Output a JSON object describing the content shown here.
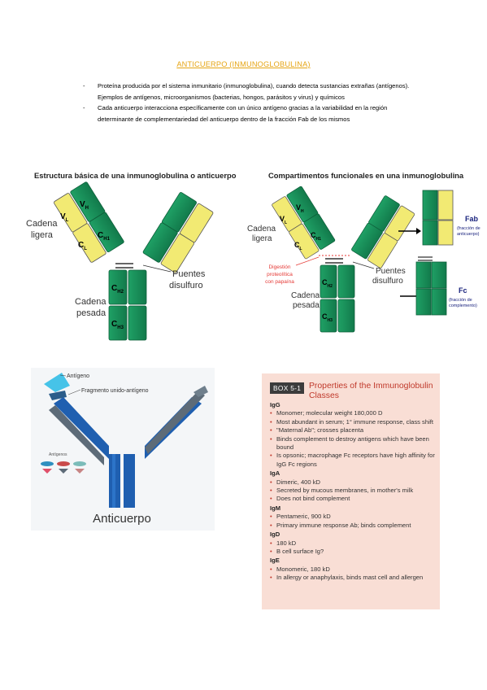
{
  "doc": {
    "title": "ANTICUERPO (INMUNOGLOBULINA)",
    "bullets": [
      {
        "dash": "-",
        "text": "Proteína producida por el sistema inmunitario (inmunoglobulina), cuando detecta sustancias extrañas (antígenos). Ejemplos de antígenos, microorganismos (bacterias, hongos, parásitos y virus) y químicos"
      },
      {
        "dash": "-",
        "text": "Cada anticuerpo interacciona específicamente con un único antígeno gracias a la variabilidad en la región determinante de complementariedad del anticuerpo dentro de la fracción Fab de los mismos"
      }
    ]
  },
  "figure1": {
    "title": "Estructura básica de una inmunoglobulina o anticuerpo",
    "vl": "V",
    "vl_sub": "L",
    "vh": "V",
    "vh_sub": "H",
    "cl": "C",
    "cl_sub": "L",
    "ch1": "C",
    "ch1_sub": "H1",
    "ch2": "C",
    "ch2_sub": "H2",
    "ch3": "C",
    "ch3_sub": "H3",
    "light_chain_1": "Cadena",
    "light_chain_2": "ligera",
    "heavy_chain_1": "Cadena",
    "heavy_chain_2": "pesada",
    "disulfide_1": "Puentes",
    "disulfide_2": "disulfuro"
  },
  "figure2": {
    "title": "Compartimentos funcionales en una inmunoglobulina",
    "light_chain_1": "Cadena",
    "light_chain_2": "ligera",
    "heavy_chain_1": "Cadena",
    "heavy_chain_2": "pesada",
    "disulfide_1": "Puentes",
    "disulfide_2": "disulfuro",
    "digestion_1": "Digestión",
    "digestion_2": "proteolítica",
    "digestion_3": "con papaína",
    "fab_label": "Fab",
    "fab_note_1": "(fracción de",
    "fab_note_2": "anticuerpo)",
    "fc_label": "Fc",
    "fc_note_1": "(fracción de",
    "fc_note_2": "complemento)"
  },
  "figure3": {
    "antigen_label": "Antígeno",
    "fragment_label": "Fragmento unido-antígeno",
    "antigens_label": "Antígenos",
    "antibody_label": "Anticuerpo"
  },
  "box": {
    "tag": "BOX 5-1",
    "title": "Properties of the Immunoglobulin Classes",
    "classes": [
      {
        "name": "IgG",
        "items": [
          "Monomer; molecular weight 180,000 D",
          "Most abundant in serum; 1° immune response, class shift",
          "\"Maternal Ab\"; crosses placenta",
          "Binds complement to destroy antigens which have been bound",
          "Is opsonic; macrophage Fc receptors have high affinity for IgG Fc regions"
        ]
      },
      {
        "name": "IgA",
        "items": [
          "Dimeric, 400 kD",
          "Secreted by mucous membranes, in mother's milk",
          "Does not bind complement"
        ]
      },
      {
        "name": "IgM",
        "items": [
          "Pentameric, 900 kD",
          "Primary immune response Ab; binds complement"
        ]
      },
      {
        "name": "IgD",
        "items": [
          "180 kD",
          "B cell surface Ig?"
        ]
      },
      {
        "name": "IgE",
        "items": [
          "Monomeric, 180 kD",
          "In allergy or anaphylaxis, binds mast cell and allergen"
        ]
      }
    ]
  },
  "colors": {
    "title": "#e6a514",
    "heavy": "#1a8f5c",
    "light": "#f2ea73",
    "antibody_blue": "#1f5fb0",
    "box_bg": "#f9ded5",
    "box_title": "#c0392b"
  }
}
